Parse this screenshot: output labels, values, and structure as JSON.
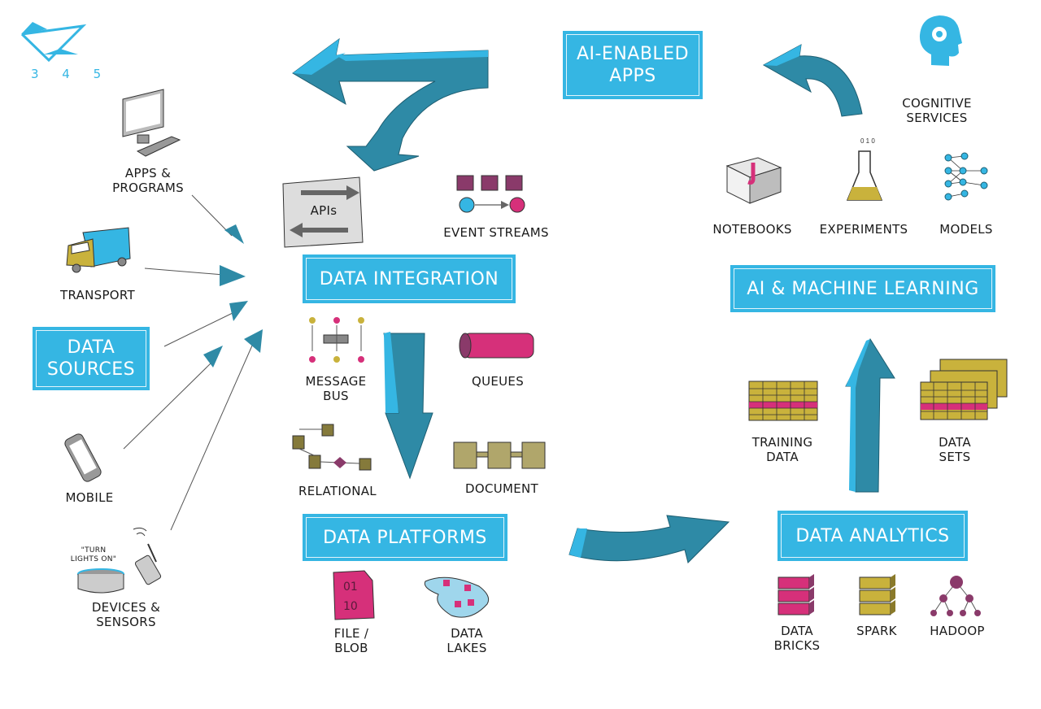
{
  "logo": {
    "icon": "345-logo-icon",
    "text": "3 4 5"
  },
  "banners": {
    "ai_enabled_apps": "AI-ENABLED\nAPPS",
    "data_sources": "DATA\nSOURCES",
    "data_integration": "DATA INTEGRATION",
    "data_platforms": "DATA PLATFORMS",
    "ai_machine_learning": "AI & MACHINE LEARNING",
    "data_analytics": "DATA ANALYTICS"
  },
  "data_sources": [
    {
      "icon": "desktop-computer-icon",
      "label": "APPS &\nPROGRAMS"
    },
    {
      "icon": "truck-icon",
      "label": "TRANSPORT"
    },
    {
      "icon": "mobile-phone-icon",
      "label": "MOBILE"
    },
    {
      "icon": "smart-speaker-icon",
      "label": "DEVICES &\nSENSORS",
      "speech": "\"TURN\nLIGHTS ON\""
    }
  ],
  "integration": [
    {
      "icon": "api-arrows-icon",
      "label": "APIs"
    },
    {
      "icon": "event-streams-icon",
      "label": "EVENT STREAMS"
    },
    {
      "icon": "message-bus-icon",
      "label": "MESSAGE\nBUS"
    },
    {
      "icon": "queue-pipe-icon",
      "label": "QUEUES"
    },
    {
      "icon": "relational-db-icon",
      "label": "RELATIONAL"
    },
    {
      "icon": "document-db-icon",
      "label": "DOCUMENT"
    }
  ],
  "platforms": [
    {
      "icon": "file-blob-icon",
      "label": "FILE /\nBLOB",
      "glyph": "01\n10"
    },
    {
      "icon": "data-lake-icon",
      "label": "DATA\nLAKES"
    }
  ],
  "analytics": [
    {
      "icon": "databricks-stack-icon",
      "label": "DATA\nBRICKS"
    },
    {
      "icon": "spark-stack-icon",
      "label": "SPARK"
    },
    {
      "icon": "hadoop-tree-icon",
      "label": "HADOOP"
    }
  ],
  "ml": [
    {
      "icon": "training-data-grid-icon",
      "label": "TRAINING\nDATA"
    },
    {
      "icon": "data-sets-grid-icon",
      "label": "DATA\nSETS"
    },
    {
      "icon": "notebook-box-icon",
      "label": "NOTEBOOKS"
    },
    {
      "icon": "flask-icon",
      "label": "EXPERIMENTS"
    },
    {
      "icon": "neural-network-icon",
      "label": "MODELS"
    },
    {
      "icon": "brain-gear-head-icon",
      "label": "COGNITIVE\nSERVICES"
    }
  ],
  "colors": {
    "accent_blue": "#35b6e3",
    "arrow_teal": "#2e8aa6",
    "magenta": "#d6307a",
    "olive": "#c9b23c",
    "plum": "#8a3a6a"
  }
}
